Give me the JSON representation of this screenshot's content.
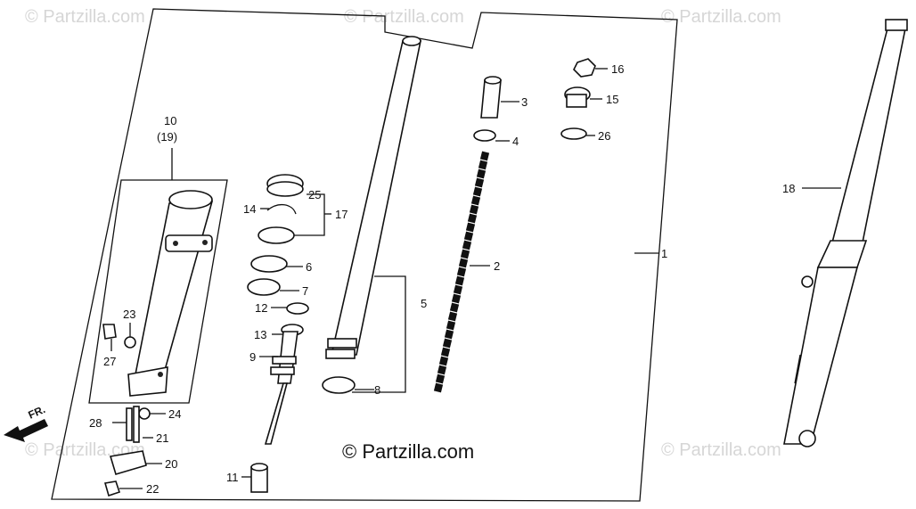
{
  "watermarks": [
    "© Partzilla.com",
    "© Partzilla.com",
    "© Partzilla.com",
    "© Partzilla.com",
    "© Partzilla.com"
  ],
  "copyright": "© Partzilla.com",
  "direction_label": "FR.",
  "group_label": "10",
  "group_label_alt": "(19)",
  "callouts": [
    "1",
    "2",
    "3",
    "4",
    "5",
    "6",
    "7",
    "8",
    "9",
    "11",
    "12",
    "13",
    "14",
    "15",
    "16",
    "17",
    "18",
    "20",
    "21",
    "22",
    "23",
    "24",
    "25",
    "26",
    "27",
    "28"
  ]
}
